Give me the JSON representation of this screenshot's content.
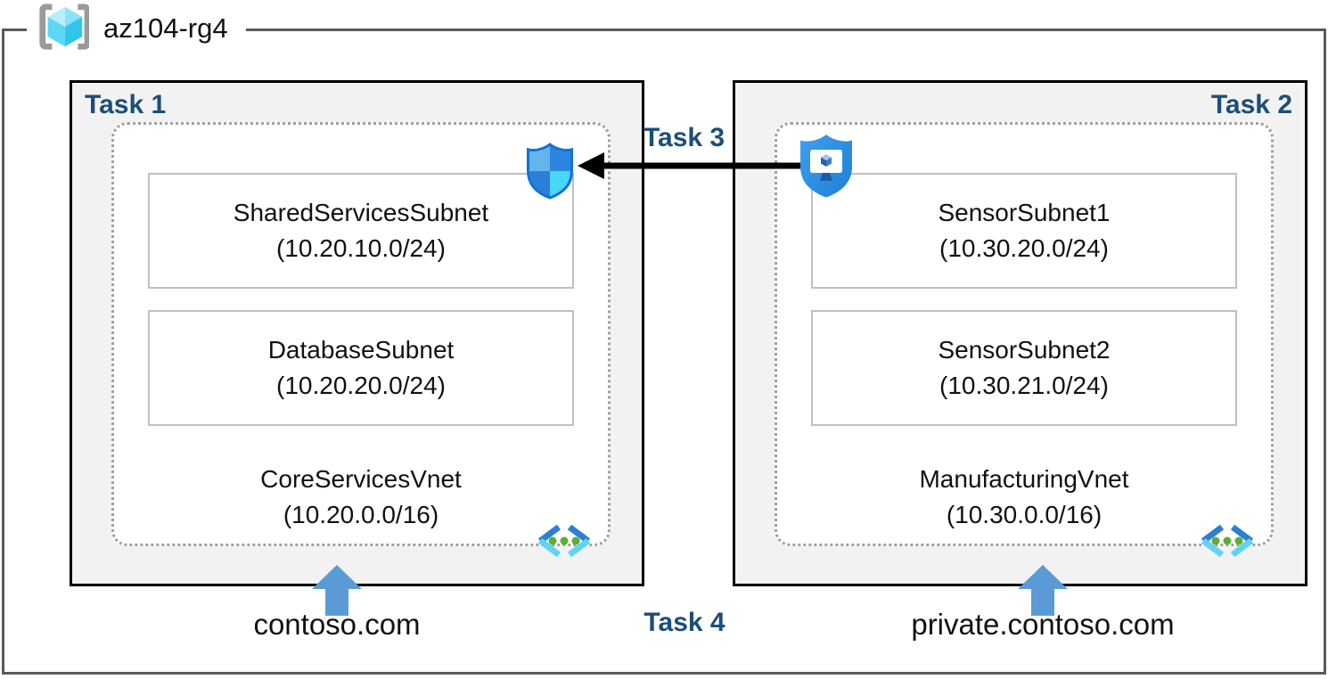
{
  "resource_group": {
    "name": "az104-rg4"
  },
  "labels": {
    "task1": "Task 1",
    "task2": "Task 2",
    "task3": "Task 3",
    "task4": "Task 4"
  },
  "left": {
    "vnet_name": "CoreServicesVnet",
    "vnet_cidr": "(10.20.0.0/16)",
    "dns": "contoso.com",
    "subnets": [
      {
        "name": "SharedServicesSubnet",
        "cidr": "(10.20.10.0/24)"
      },
      {
        "name": "DatabaseSubnet",
        "cidr": "(10.20.20.0/24)"
      }
    ]
  },
  "right": {
    "vnet_name": "ManufacturingVnet",
    "vnet_cidr": "(10.30.0.0/16)",
    "dns": "private.contoso.com",
    "subnets": [
      {
        "name": "SensorSubnet1",
        "cidr": "(10.30.20.0/24)"
      },
      {
        "name": "SensorSubnet2",
        "cidr": "(10.30.21.0/24)"
      }
    ]
  },
  "icons": {
    "resource_group": "resource-group-icon",
    "nsg_shield": "network-security-group-icon",
    "asg_shield": "application-security-group-icon",
    "vnet": "virtual-network-icon",
    "up_arrow": "up-arrow-icon",
    "task3_arrow": "left-arrow-connector"
  },
  "colors": {
    "task_label": "#1b4e79",
    "arrow_blue": "#5b9bd5",
    "outer_border": "#595959",
    "task_box_bg": "#f2f2f2",
    "shield_blue": "#2e8ce4",
    "vnet_cyan": "#62d3f6",
    "vnet_green": "#5fad32"
  }
}
